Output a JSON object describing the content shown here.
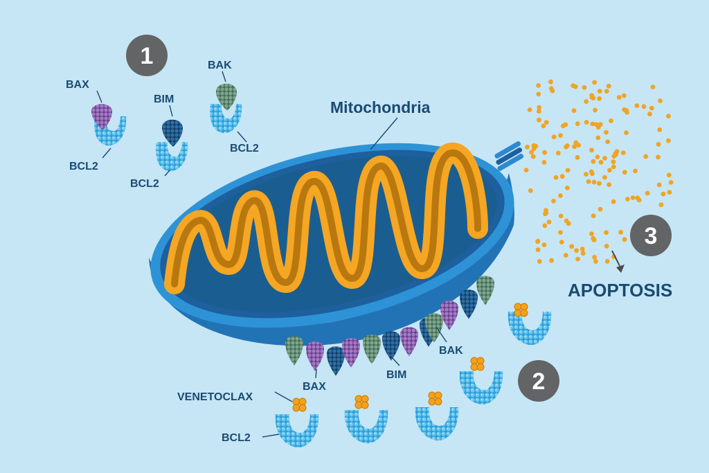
{
  "title": "Mitochondria",
  "apoptosis_label": "APOPTOSIS",
  "steps": [
    "1",
    "2",
    "3"
  ],
  "labels": {
    "bax_top": "BAX",
    "bcl2_top_left": "BCL2",
    "bim_top": "BIM",
    "bcl2_top_mid": "BCL2",
    "bak_top": "BAK",
    "bcl2_top_right": "BCL2",
    "bak_membrane": "BAK",
    "bim_membrane": "BIM",
    "bax_membrane": "BAX",
    "venetoclax": "VENETOCLAX",
    "bcl2_bottom": "BCL2"
  },
  "colors": {
    "background": "#c6e6f5",
    "membrane_outer": "#2d93d6",
    "membrane_inner": "#1e5f9e",
    "matrix": "#1a5e91",
    "cristae": "#f5a623",
    "cristae_core": "#b8780f",
    "bcl2": "#44b4e8",
    "bax": "#8a5ba8",
    "bim": "#1f5d8e",
    "bak": "#5e8c72",
    "venetoclax": "#f4a21c",
    "label": "#1a4a72",
    "badge": "#636466"
  }
}
